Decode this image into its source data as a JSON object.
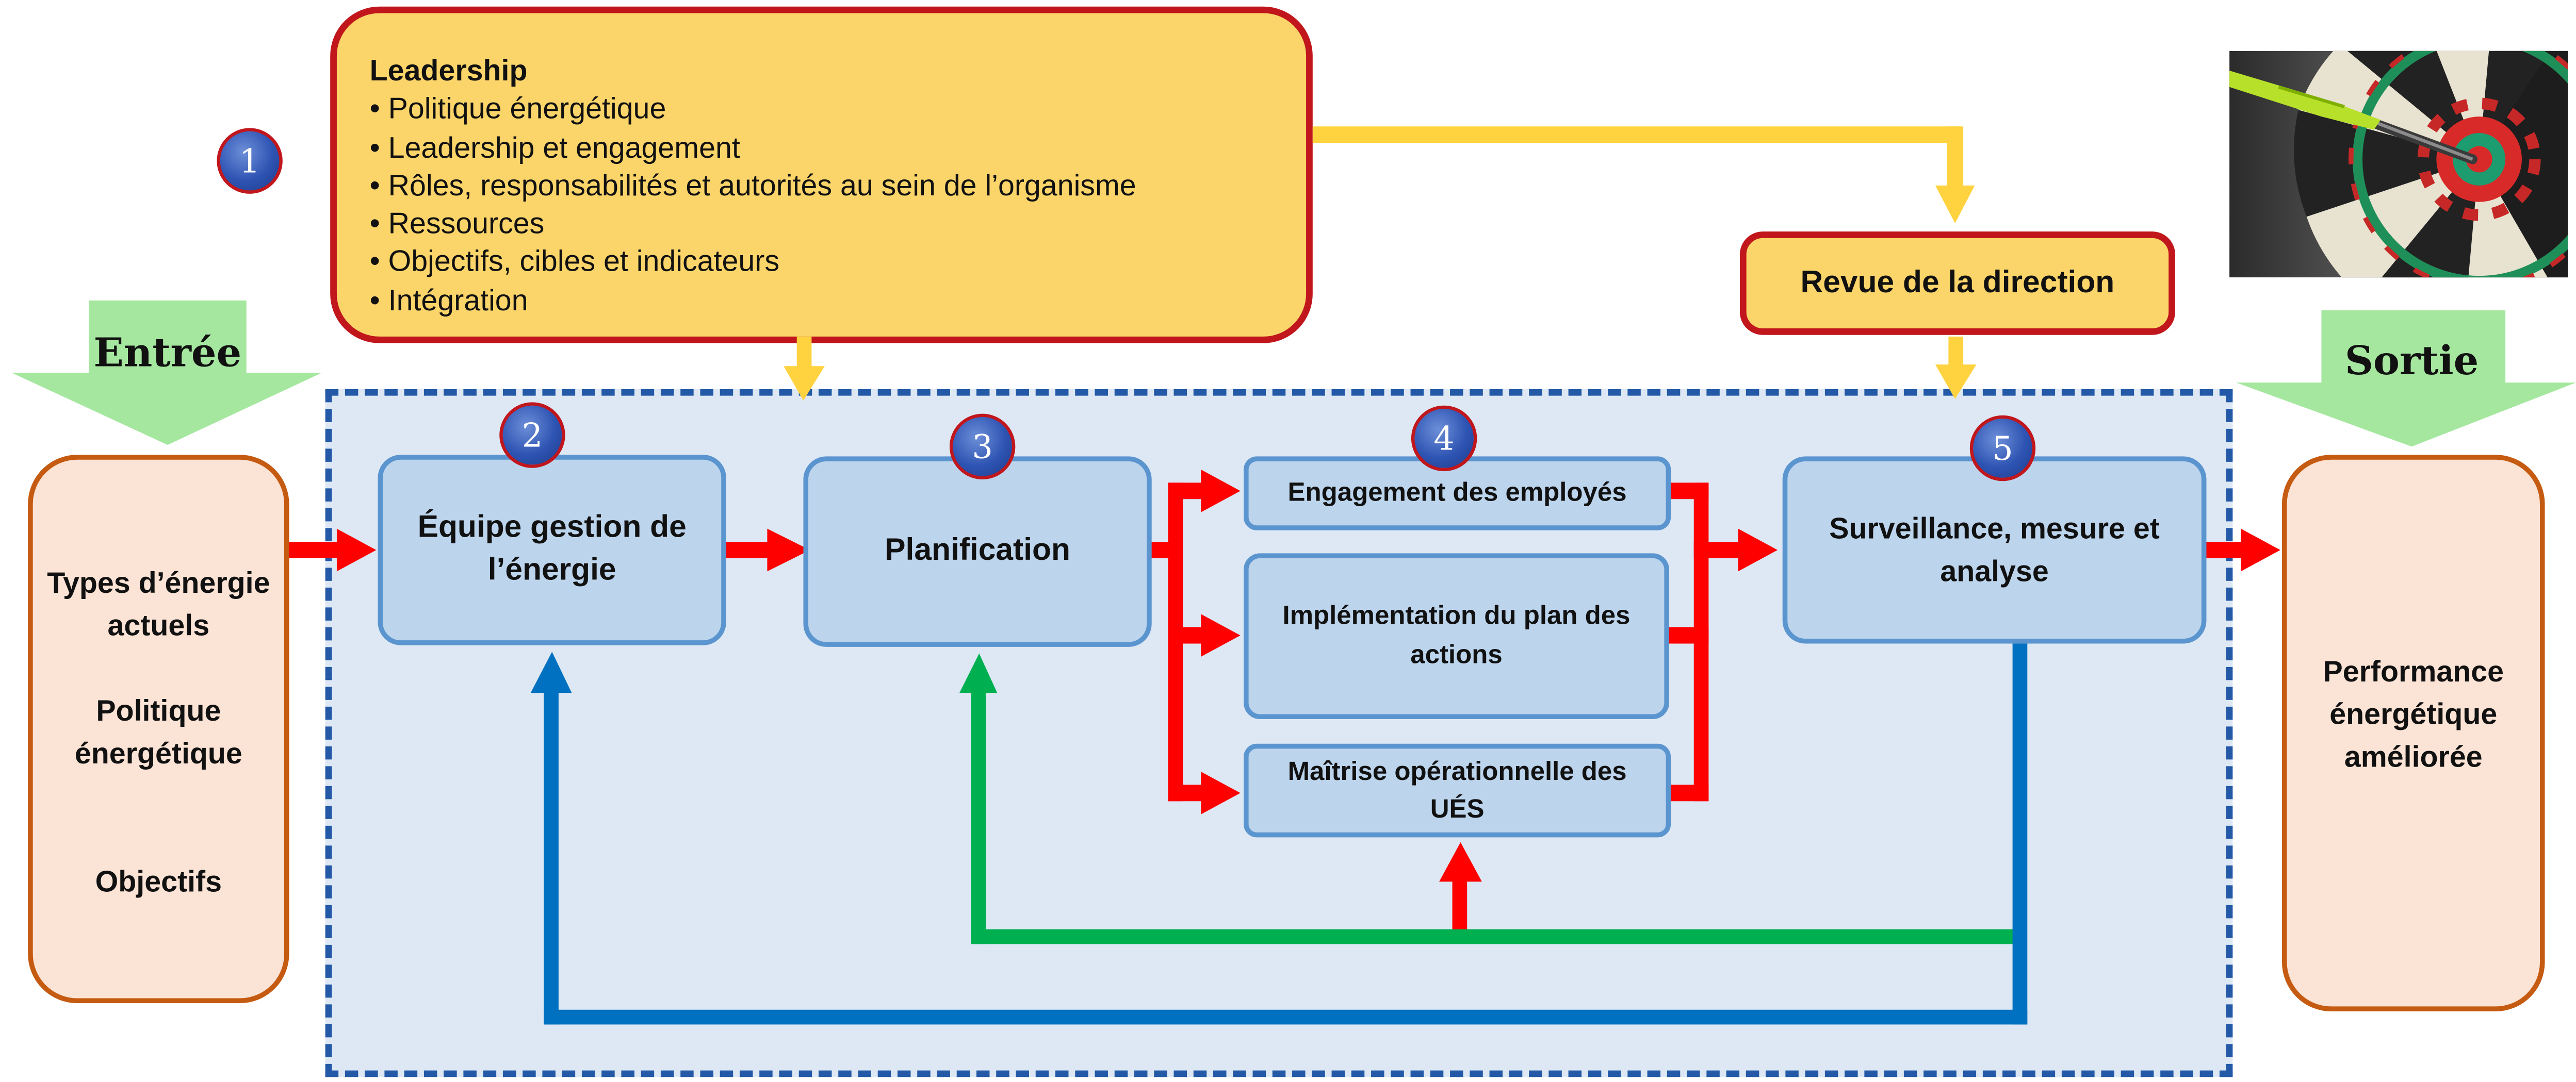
{
  "leadership": {
    "title": "Leadership",
    "items": [
      "Politique énergétique",
      "Leadership et engagement",
      "Rôles, responsabilités et autorités au sein de l’organisme",
      "Ressources",
      "Objectifs, cibles et indicateurs",
      "Intégration"
    ]
  },
  "management_review": "Revue de la direction",
  "input": {
    "label": "Entrée",
    "lines": [
      "Types d’énergie",
      "actuels",
      "Politique",
      "énergétique",
      "Objectifs"
    ]
  },
  "output": {
    "label": "Sortie",
    "lines": [
      "Performance",
      "énergétique",
      "améliorée"
    ]
  },
  "steps": {
    "energy_team": {
      "number": "2",
      "lines": [
        "Équipe gestion de",
        "l’énergie"
      ]
    },
    "planning": {
      "number": "3",
      "lines": [
        "Planification"
      ]
    },
    "employee_engagement": {
      "number": "4",
      "lines": [
        "Engagement des employés"
      ]
    },
    "action_plan": {
      "lines": [
        "Implémentation du plan des",
        "actions"
      ]
    },
    "operational_control": {
      "lines": [
        "Maîtrise opérationnelle des",
        "UÉS"
      ]
    },
    "monitoring": {
      "number": "5",
      "lines": [
        "Surveillance, mesure et",
        "analyse"
      ]
    }
  },
  "leadership_number": "1",
  "image": {
    "name": "dartboard-target-photo"
  },
  "colors": {
    "leadership_fill": "#fbd56a",
    "box_border_red": "#c0161c",
    "process_fill": "#bcd4ec",
    "frame_border": "#2359a6",
    "input_output_fill": "#fbe3d5",
    "green_arrow": "#00b050",
    "blue_arrow": "#0070c0",
    "red_arrow": "#ff0000",
    "yellow_arrow": "#ffd23f",
    "io_arrow": "#a6e7a0"
  }
}
